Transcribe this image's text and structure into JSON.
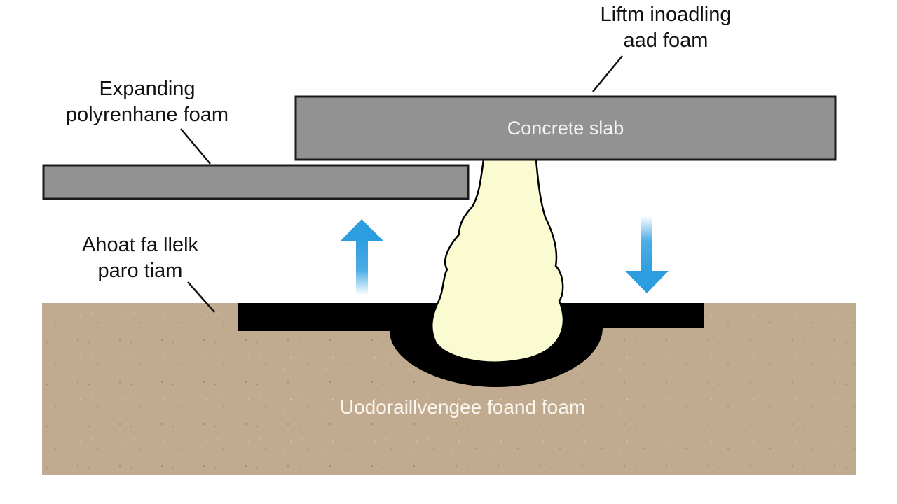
{
  "labels": {
    "expanding_foam": [
      "Expanding",
      "polyrenhane foam"
    ],
    "lifting": [
      "Liftm inoadling",
      "aad foam"
    ],
    "ahoat": [
      "Ahoat fa llelk",
      "paro tiam"
    ]
  },
  "slab_label": "Concrete slab",
  "soil_label": "Uodoraillvengee foand foam",
  "colors": {
    "slab_fill": "#929292",
    "slab_stroke": "#1a1a1a",
    "soil": "#c1ab90",
    "foam": "#fbfbd2",
    "void": "#000000",
    "arrow_blue": "#2c9ee0"
  },
  "icons": {
    "up_arrow": "up-arrow-icon",
    "down_arrow": "down-arrow-icon"
  }
}
